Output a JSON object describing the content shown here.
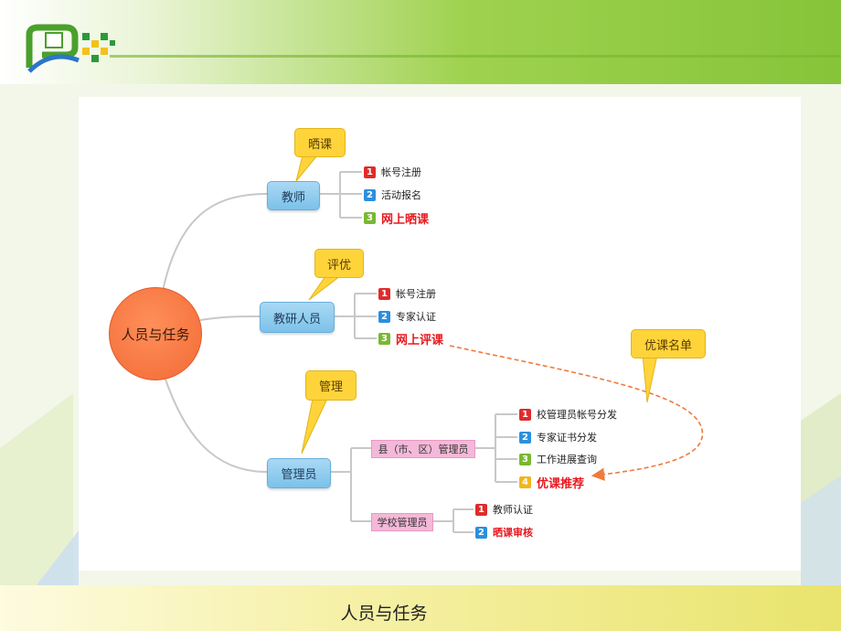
{
  "center": {
    "label": "人员与任务"
  },
  "branches": [
    {
      "label": "教师",
      "callout": "晒课",
      "items": [
        {
          "num": "1",
          "text": "帐号注册",
          "highlight": false
        },
        {
          "num": "2",
          "text": "活动报名",
          "highlight": false
        },
        {
          "num": "3",
          "text": "网上晒课",
          "highlight": true
        }
      ]
    },
    {
      "label": "教研人员",
      "callout": "评优",
      "items": [
        {
          "num": "1",
          "text": "帐号注册",
          "highlight": false
        },
        {
          "num": "2",
          "text": "专家认证",
          "highlight": false
        },
        {
          "num": "3",
          "text": "网上评课",
          "highlight": true
        }
      ]
    },
    {
      "label": "管理员",
      "callout": "管理",
      "subgroups": [
        {
          "label": "县（市、区）管理员",
          "items": [
            {
              "num": "1",
              "text": "校管理员帐号分发",
              "highlight": false
            },
            {
              "num": "2",
              "text": "专家证书分发",
              "highlight": false
            },
            {
              "num": "3",
              "text": "工作进展查询",
              "highlight": false
            },
            {
              "num": "4",
              "text": "优课推荐",
              "highlight": true
            }
          ]
        },
        {
          "label": "学校管理员",
          "items": [
            {
              "num": "1",
              "text": "教师认证",
              "highlight": false
            },
            {
              "num": "2",
              "text": "晒课审核",
              "highlight": true
            }
          ]
        }
      ]
    }
  ],
  "flow_callout": "优课名单",
  "caption": "人员与任务",
  "colors": {
    "topbar": "#86c43a",
    "center": "#f26a35",
    "node": "#7cc1ea",
    "callout": "#ffd43a",
    "highlight": "#e8191f",
    "arrow": "#f07a3c"
  }
}
